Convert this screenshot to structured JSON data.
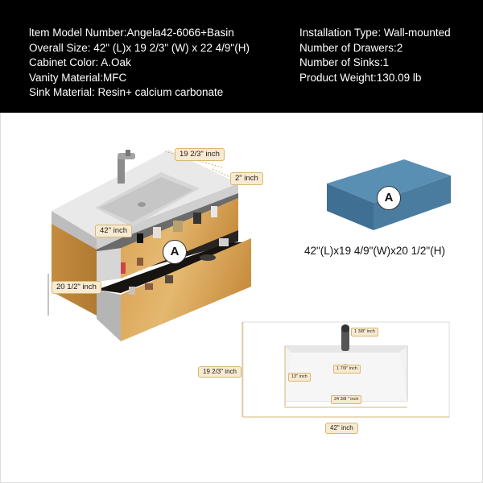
{
  "specs": {
    "left": [
      "ltem Model Number:Angela42-6066+Basin",
      "Overall Size: 42\" (L)x 19 2/3\" (W) x 22 4/9\"(H)",
      "Cabinet Color: A.Oak",
      "Vanity Material:MFC",
      "Sink Material: Resin+ calcium carbonate"
    ],
    "right": [
      "Installation Type: Wall-mounted",
      "Number of Drawers:2",
      "Number of Sinks:1",
      "Product Weight:130.09 lb"
    ]
  },
  "vanity": {
    "marker": "A",
    "dim_depth": "19 2/3\" inch",
    "dim_top_thickness": "2\" inch",
    "dim_length": "42\" inch",
    "dim_height": "20 1/2\" inch"
  },
  "box": {
    "marker": "A",
    "dimensions": "42\"(L)x19 4/9\"(W)x20 1/2\"(H)"
  },
  "basin": {
    "dim_faucet_hole": "1 3/8\" inch",
    "dim_drain": "1 7/9\" inch",
    "dim_bowl_depth": "13\" inch",
    "dim_bowl_width": "24 3/8 \" inch",
    "dim_width": "19 2/3\"  inch",
    "dim_length": "42\" inch"
  },
  "colors": {
    "banner": "#000000",
    "oak": "#d9a858",
    "box_blue": "#4f82a6",
    "tag_fill": "#f7ead1",
    "tag_border": "#d9b574"
  }
}
